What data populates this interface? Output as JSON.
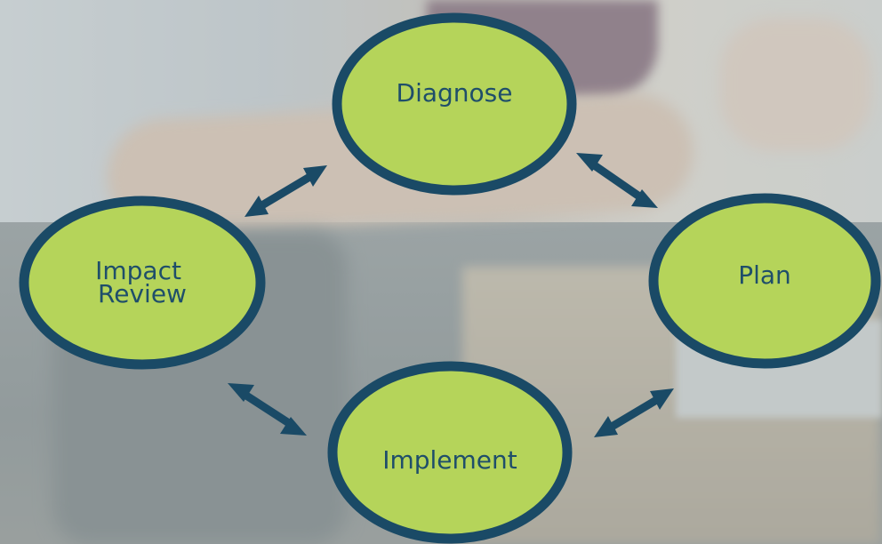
{
  "diagram": {
    "nodes": [
      {
        "id": "diagnose",
        "lines": [
          "Diagnose"
        ]
      },
      {
        "id": "plan",
        "lines": [
          "Plan"
        ]
      },
      {
        "id": "implement",
        "lines": [
          "Implement"
        ]
      },
      {
        "id": "impact-review",
        "lines": [
          "Impact",
          "Review"
        ]
      }
    ],
    "edges": [
      {
        "from": "diagnose",
        "to": "plan",
        "type": "double-arrow"
      },
      {
        "from": "plan",
        "to": "implement",
        "type": "double-arrow"
      },
      {
        "from": "implement",
        "to": "impact-review",
        "type": "double-arrow"
      },
      {
        "from": "impact-review",
        "to": "diagnose",
        "type": "double-arrow"
      }
    ]
  },
  "colors": {
    "node_fill": "#b5d45a",
    "node_stroke": "#1a4a66",
    "arrow": "#1a4a66",
    "label": "#1f4e6a"
  }
}
